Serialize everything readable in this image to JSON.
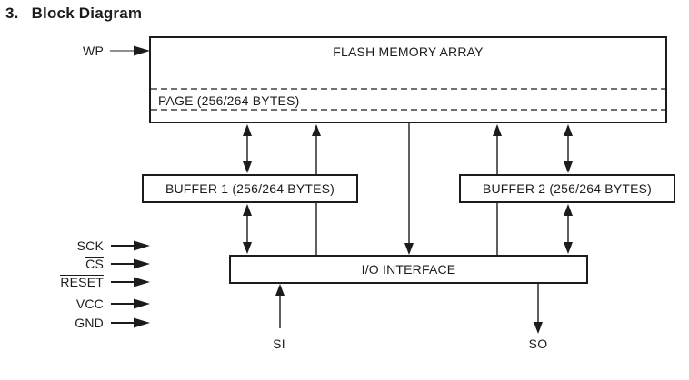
{
  "title": {
    "number": "3.",
    "text": "Block Diagram"
  },
  "diagram": {
    "flash": {
      "label": "FLASH MEMORY ARRAY",
      "page_label": "PAGE (256/264 BYTES)"
    },
    "buffer1": {
      "label": "BUFFER 1 (256/264 BYTES)"
    },
    "buffer2": {
      "label": "BUFFER 2 (256/264 BYTES)"
    },
    "io": {
      "label": "I/O INTERFACE"
    },
    "wp": {
      "label": "WP",
      "overline": true
    },
    "signals": [
      {
        "label": "SCK",
        "overline": false
      },
      {
        "label": "CS",
        "overline": true
      },
      {
        "label": "RESET",
        "overline": true
      },
      {
        "label": "VCC",
        "overline": false
      },
      {
        "label": "GND",
        "overline": false
      }
    ],
    "serial_in": {
      "label": "SI"
    },
    "serial_out": {
      "label": "SO"
    },
    "connections": [
      {
        "from": "WP pin",
        "to": "flash memory array",
        "type": "input-arrow"
      },
      {
        "from": "flash memory array",
        "to": "buffer 1",
        "type": "bidirectional-arrow"
      },
      {
        "from": "buffer 1",
        "to": "flash memory array",
        "type": "up-arrow"
      },
      {
        "from": "flash memory array",
        "to": "i/o interface",
        "type": "down-arrow"
      },
      {
        "from": "buffer 2",
        "to": "flash memory array",
        "type": "up-arrow"
      },
      {
        "from": "flash memory array",
        "to": "buffer 2",
        "type": "bidirectional-arrow"
      },
      {
        "from": "buffer 1",
        "to": "i/o interface",
        "type": "bidirectional-arrow"
      },
      {
        "from": "i/o interface",
        "to": "buffer 1",
        "type": "plain-line"
      },
      {
        "from": "i/o interface",
        "to": "buffer 2",
        "type": "plain-line"
      },
      {
        "from": "buffer 2",
        "to": "i/o interface",
        "type": "bidirectional-arrow"
      },
      {
        "from": "SI pin",
        "to": "i/o interface",
        "type": "input-arrow"
      },
      {
        "from": "i/o interface",
        "to": "SO pin",
        "type": "output-arrow"
      }
    ],
    "colors": {
      "line": "#1c1c1c",
      "wp_shaft": "#8f8f8f",
      "background": "#ffffff"
    }
  }
}
